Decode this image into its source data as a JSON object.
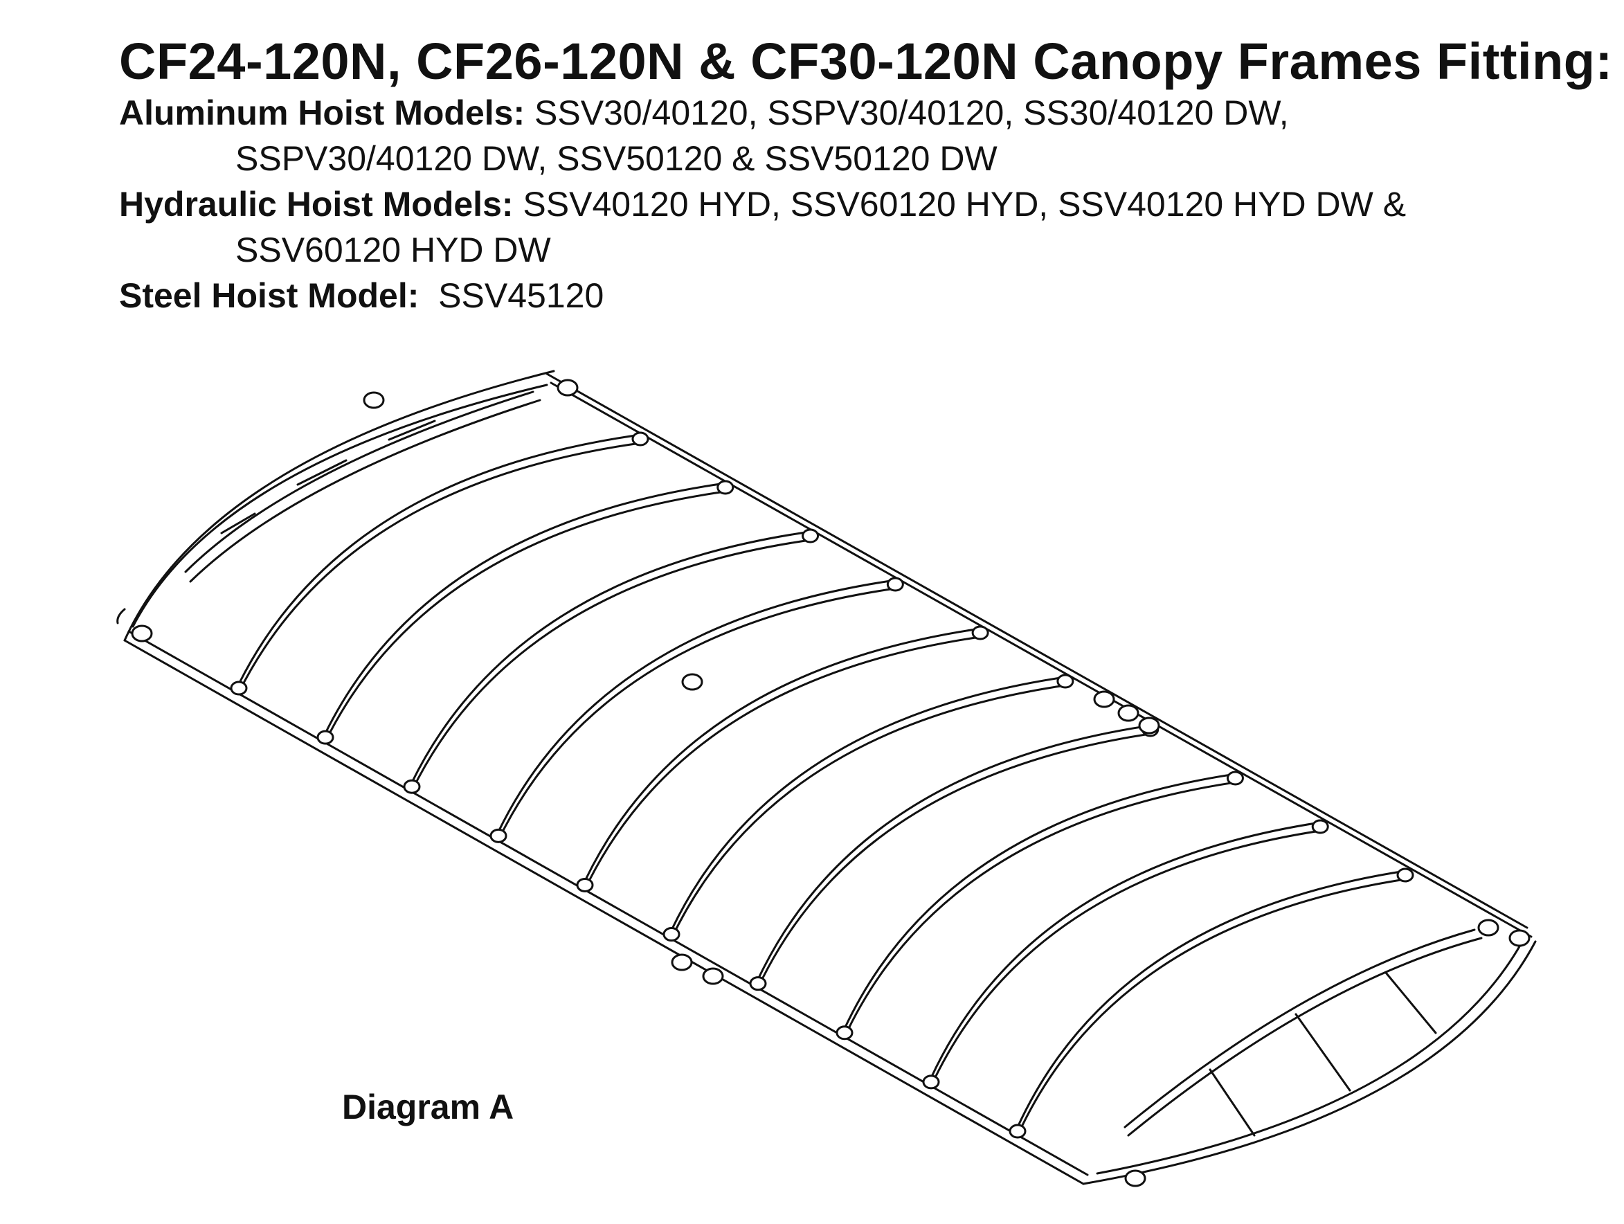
{
  "title": "CF24-120N, CF26-120N & CF30-120N Canopy Frames Fitting:",
  "aluminum": {
    "label": "Aluminum Hoist Models:",
    "line1": " SSV30/40120, SSPV30/40120, SS30/40120 DW,",
    "line2": "SSPV30/40120 DW, SSV50120 & SSV50120 DW"
  },
  "hydraulic": {
    "label": "Hydraulic Hoist Models:",
    "line1": " SSV40120 HYD, SSV60120 HYD, SSV40120 HYD DW &",
    "line2": "SSV60120 HYD DW"
  },
  "steel": {
    "label": "Steel Hoist Model:",
    "value": "  SSV45120"
  },
  "diagram": {
    "label": "Diagram A",
    "line_color": "#111111",
    "bows_count_shown": 10
  }
}
